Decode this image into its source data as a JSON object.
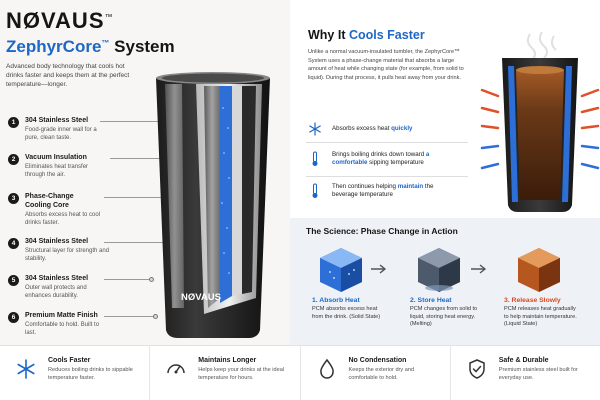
{
  "brand": {
    "logo": "NØVAUS",
    "trademark": "™",
    "cup_logo": "NØVAUS"
  },
  "system": {
    "name": "ZephyrCore",
    "trademark": "™",
    "suffix": " System"
  },
  "intro": "Advanced body technology that cools hot drinks faster and keeps them at the perfect temperature—longer.",
  "layers": [
    {
      "num": "1",
      "title": "304 Stainless Steel",
      "desc": "Food-grade inner wall for a pure, clean taste."
    },
    {
      "num": "2",
      "title": "Vacuum Insulation",
      "desc": "Eliminates heat transfer through the air."
    },
    {
      "num": "3",
      "title": "Phase-Change Cooling Core",
      "desc": "Absorbs excess heat to cool drinks faster."
    },
    {
      "num": "4",
      "title": "304 Stainless Steel",
      "desc": "Structural layer for strength and stability."
    },
    {
      "num": "5",
      "title": "304 Stainless Steel",
      "desc": "Outer wall protects and enhances durability."
    },
    {
      "num": "6",
      "title": "Premium Matte Finish",
      "desc": "Comfortable to hold. Built to last."
    }
  ],
  "why": {
    "title_pre": "Why It ",
    "title_accent": "Cools Faster",
    "text": "Unlike a normal vacuum-insulated tumbler, the ZephyrCore™ System uses a phase-change material that absorbs a large amount of heat while changing state (for example, from solid to liquid). During that process, it pulls heat away from your drink."
  },
  "benefits": [
    {
      "icon": "snowflake-icon",
      "pre": "Absorbs excess heat ",
      "accent": "quickly",
      "post": ""
    },
    {
      "icon": "thermometer-icon",
      "pre": "Brings boiling drinks down toward ",
      "accent": "a comfortable",
      "post": " sipping temperature"
    },
    {
      "icon": "thermometer-icon",
      "pre": "Then continues helping ",
      "accent": "maintain",
      "post": " the beverage temperature"
    }
  ],
  "science": {
    "title": "The Science: Phase Change in Action",
    "stages": [
      {
        "title": "1. Absorb Heat",
        "color": "#1e67c7",
        "desc": "PCM absorbs excess heat from the drink. (Solid State)"
      },
      {
        "title": "2. Store Heat",
        "color": "#1e67c7",
        "desc": "PCM changes from solid to liquid, storing heat energy. (Melting)"
      },
      {
        "title": "3. Release Slowly",
        "color": "#d9481f",
        "desc": "PCM releases heat gradually to help maintain temperature. (Liquid State)"
      }
    ]
  },
  "features": [
    {
      "icon": "snowflake-icon",
      "title": "Cools Faster",
      "desc": "Reduces boiling drinks to sippable temperature faster."
    },
    {
      "icon": "gauge-icon",
      "title": "Maintains Longer",
      "desc": "Helps keep your drinks at the ideal temperature for hours."
    },
    {
      "icon": "droplet-icon",
      "title": "No Condensation",
      "desc": "Keeps the exterior dry and comfortable to hold."
    },
    {
      "icon": "shield-check-icon",
      "title": "Safe & Durable",
      "desc": "Premium stainless steel built for everyday use."
    }
  ],
  "colors": {
    "accent": "#1e67c7",
    "warm": "#d9481f",
    "dark": "#1a1a1a"
  }
}
